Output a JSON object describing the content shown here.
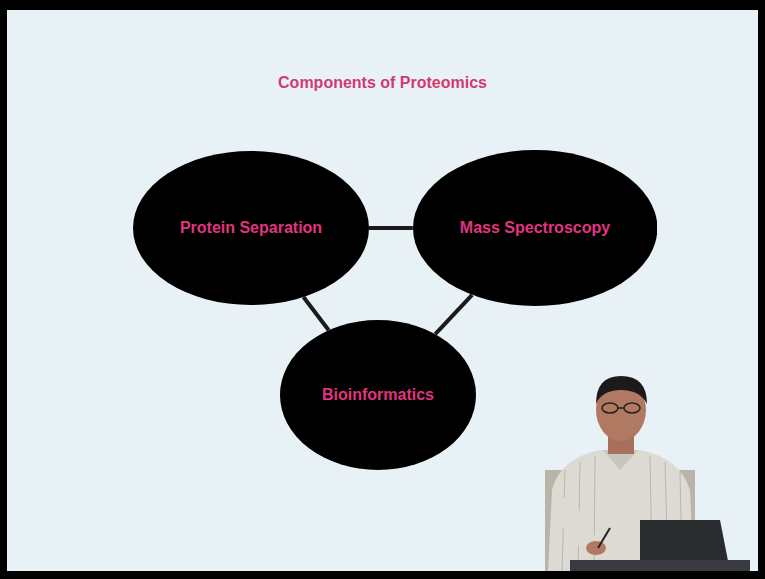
{
  "diagram": {
    "title": "Components of Proteomics",
    "nodes": [
      {
        "text": [
          "Protein Separation"
        ]
      },
      {
        "text": [
          "Mass Spectroscopy"
        ]
      },
      {
        "text": [
          "Bioinformatics"
        ]
      }
    ],
    "edges": [
      {
        "from": 0,
        "to": 1,
        "arrow": "none"
      },
      {
        "from": 0,
        "to": 2,
        "arrow": "none"
      },
      {
        "from": 1,
        "to": 2,
        "arrow": "none"
      }
    ]
  }
}
